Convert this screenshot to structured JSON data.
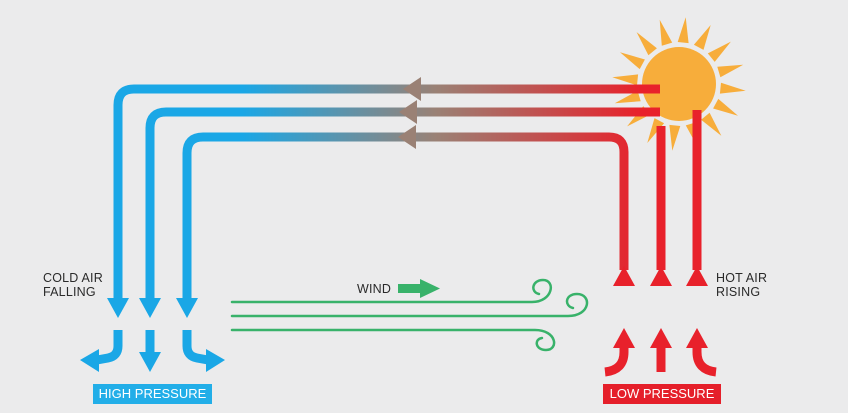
{
  "labels": {
    "cold_air": "COLD AIR FALLING",
    "hot_air": "HOT AIR RISING",
    "wind": "WIND",
    "high_pressure": "HIGH PRESSURE",
    "low_pressure": "LOW PRESSURE"
  },
  "colors": {
    "background": "#ebebec",
    "cold": "#1aa7e6",
    "hot": "#e8212b",
    "wind": "#38b26a",
    "sun": "#f7ad3b",
    "transition": "#9a8175",
    "high_badge": "#22aee8",
    "low_badge": "#e51f2a"
  },
  "icons": {
    "sun": "sun-icon",
    "wind_arrow": "arrow-right-icon"
  }
}
